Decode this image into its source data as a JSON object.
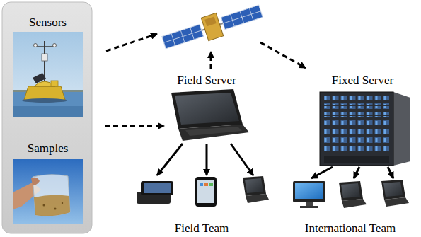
{
  "diagram": {
    "nodes": [
      {
        "text": [
          "Sensors"
        ]
      },
      {
        "text": [
          "Samples"
        ]
      },
      {
        "text": [
          "Field Server"
        ]
      },
      {
        "text": [
          "Fixed Server"
        ]
      },
      {
        "text": [
          "Field Team"
        ]
      },
      {
        "text": [
          "International Team"
        ]
      }
    ],
    "edges": [
      {
        "from": 0,
        "to": 2,
        "arrow": "to"
      },
      {
        "from": 2,
        "to": 4,
        "arrow": "to"
      },
      {
        "from": 2,
        "to": 4,
        "arrow": "to"
      },
      {
        "from": 2,
        "to": 4,
        "arrow": "to"
      },
      {
        "from": 3,
        "to": 5,
        "arrow": "to"
      },
      {
        "from": 3,
        "to": 5,
        "arrow": "to"
      },
      {
        "from": 3,
        "to": 5,
        "arrow": "to"
      }
    ]
  }
}
